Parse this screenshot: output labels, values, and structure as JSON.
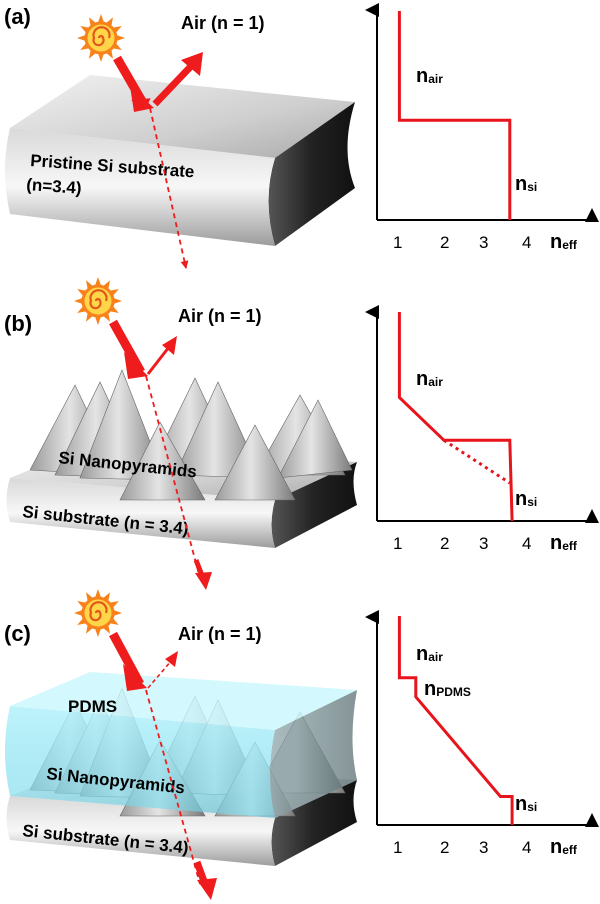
{
  "panels": [
    {
      "id": "a",
      "label": "(a)",
      "air_label": "Air (n = 1)",
      "substrate_label_line1": "Pristine Si substrate",
      "substrate_label_line2": "(n=3.4)",
      "graph": {
        "labels": [
          {
            "base": "n",
            "sub": "air"
          },
          {
            "base": "n",
            "sub": "si"
          }
        ],
        "x_ticks": [
          "1",
          "2",
          "3",
          "4"
        ],
        "x_axis": {
          "base": "n",
          "sub": "eff"
        },
        "profile_points": [
          [
            1.05,
            2.2
          ],
          [
            1.05,
            1.05
          ],
          [
            3.4,
            1.05
          ],
          [
            3.4,
            0.0
          ]
        ],
        "dotted_points": []
      }
    },
    {
      "id": "b",
      "label": "(b)",
      "air_label": "Air (n = 1)",
      "pyramid_label": "Si Nanopyramids",
      "substrate_label": "Si substrate (n = 3.4)",
      "graph": {
        "labels": [
          {
            "base": "n",
            "sub": "air"
          },
          {
            "base": "n",
            "sub": "si"
          }
        ],
        "x_ticks": [
          "1",
          "2",
          "3",
          "4"
        ],
        "x_axis": {
          "base": "n",
          "sub": "eff"
        },
        "profile_points": [
          [
            1.05,
            2.2
          ],
          [
            1.05,
            1.3
          ],
          [
            2.0,
            0.85
          ],
          [
            3.4,
            0.85
          ],
          [
            3.45,
            0.0
          ]
        ],
        "dotted_points": [
          [
            2.0,
            0.85
          ],
          [
            3.4,
            0.4
          ]
        ]
      }
    },
    {
      "id": "c",
      "label": "(c)",
      "air_label": "Air (n = 1)",
      "pdms_label": "PDMS",
      "pyramid_label": "Si Nanopyramids",
      "substrate_label": "Si substrate (n = 3.4)",
      "graph": {
        "labels": [
          {
            "base": "n",
            "sub": "air"
          },
          {
            "base": "n",
            "sub": "PDMS"
          },
          {
            "base": "n",
            "sub": "si"
          }
        ],
        "x_ticks": [
          "1",
          "2",
          "3",
          "4"
        ],
        "x_axis": {
          "base": "n",
          "sub": "eff"
        },
        "profile_points": [
          [
            1.05,
            2.2
          ],
          [
            1.05,
            1.55
          ],
          [
            1.4,
            1.55
          ],
          [
            1.4,
            1.35
          ],
          [
            3.2,
            0.3
          ],
          [
            3.45,
            0.3
          ],
          [
            3.45,
            0.0
          ]
        ],
        "dotted_points": []
      }
    }
  ],
  "colors": {
    "profile": "#e8141c",
    "arrow": "#ee1c1c",
    "sun": "#f7821a",
    "sun_center": "#ffd54a",
    "pdms": "#7fe3f3"
  }
}
